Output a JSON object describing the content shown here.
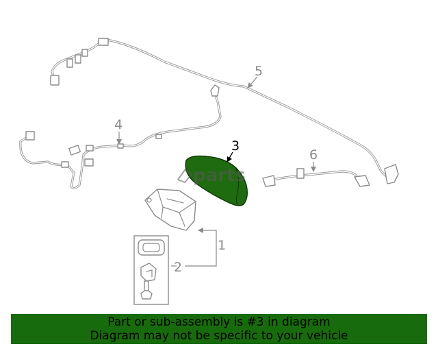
{
  "callouts": {
    "c1": "1",
    "c2": "2",
    "c3": "3",
    "c4": "4",
    "c5": "5",
    "c6": "6"
  },
  "watermark": "parts",
  "highlight_color": "#1f6b10",
  "banner": {
    "line1": "Part or sub-assembly is #3 in diagram",
    "line2": "Diagram may not be specific to your vehicle",
    "background": "#186b0c"
  }
}
